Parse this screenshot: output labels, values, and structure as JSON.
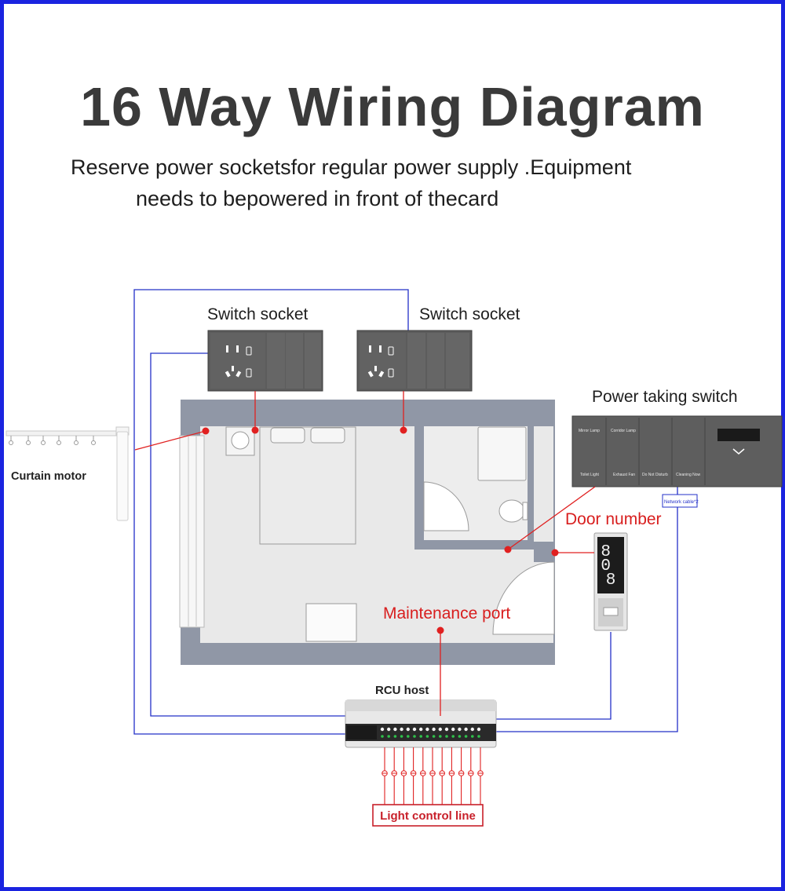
{
  "title": "16 Way Wiring Diagram",
  "subtitle_line1": "Reserve power socketsfor regular power supply .Equipment",
  "subtitle_line2": "needs to bepowered in front of thecard",
  "labels": {
    "switch_socket_left": "Switch socket",
    "switch_socket_right": "Switch socket",
    "power_taking_switch": "Power taking switch",
    "curtain_motor": "Curtain motor",
    "door_number": "Door number",
    "maintenance_port": "Maintenance port",
    "rcu_host": "RCU host",
    "light_control_line": "Light control line",
    "network_cable": "Network cable*2"
  },
  "power_switch_keys": {
    "top": [
      "Mirror Lamp",
      "Corridor Lamp",
      "",
      ""
    ],
    "bottom": [
      "Toilet Light",
      "Exhaust Fan",
      "Do Not Disturb",
      "Cleaning Now"
    ]
  },
  "door_number_display": "808",
  "colors": {
    "frame": "#1a23e0",
    "wire_blue": "#2330c8",
    "wire_red": "#e02020",
    "room_wall": "#9097a6",
    "room_floor": "#e8e8e8",
    "panel_gray": "#5c5c5c",
    "title": "#3a3a3a",
    "label_red": "#d81e1e"
  }
}
